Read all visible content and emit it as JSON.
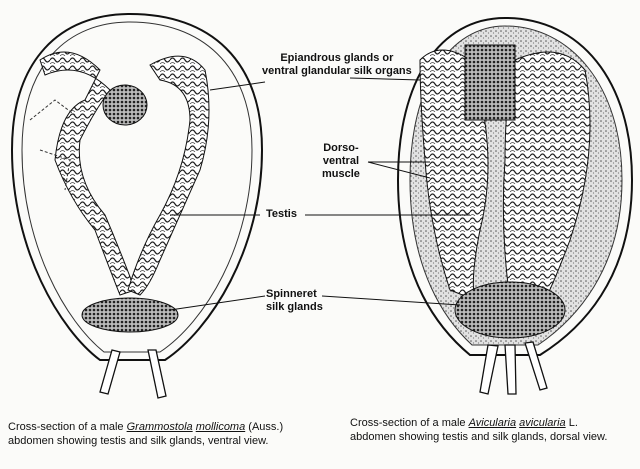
{
  "labels": {
    "epiandrous_line1": "Epiandrous glands or",
    "epiandrous_line2": "ventral  glandular silk organs",
    "dorso_line1": "Dorso-",
    "dorso_line2": "ventral",
    "dorso_line3": "muscle",
    "testis": "Testis",
    "spinneret_line1": "Spinneret",
    "spinneret_line2": "silk glands"
  },
  "captions": {
    "left": {
      "prefix": "Cross-section of a male ",
      "genus": "Grammostola",
      "species": "mollicoma",
      "author": " (Auss.)",
      "line2": "abdomen showing testis and silk glands, ventral view."
    },
    "right": {
      "prefix": "Cross-section of a male ",
      "genus": "Avicularia",
      "species": "avicularia",
      "author": "  L.",
      "line2": "abdomen showing testis and silk glands, dorsal view."
    }
  }
}
